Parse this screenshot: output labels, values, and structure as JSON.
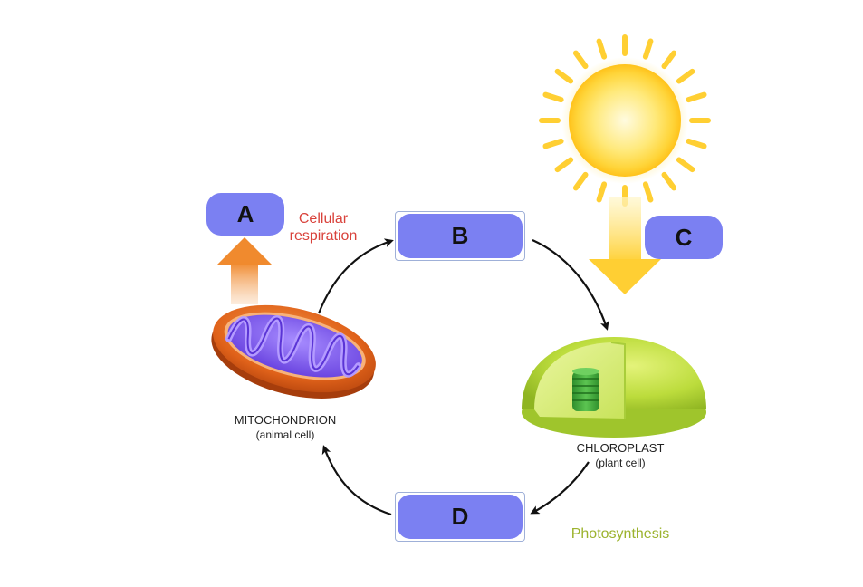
{
  "labels": {
    "a": "A",
    "b": "B",
    "c": "C",
    "d": "D"
  },
  "processes": {
    "cellular_respiration_line1": "Cellular",
    "cellular_respiration_line2": "respiration",
    "photosynthesis": "Photosynthesis"
  },
  "organelles": {
    "mitochondrion_name": "MITOCHONDRION",
    "mitochondrion_cell": "(animal cell)",
    "chloroplast_name": "CHLOROPLAST",
    "chloroplast_cell": "(plant cell)"
  },
  "colors": {
    "label_fill": "#7b80f2",
    "respiration_text": "#d9423b",
    "photosynthesis_text": "#9cb32e",
    "sun": "#ffd53a",
    "mito_outer": "#e86a1f",
    "mito_inner": "#7a5bf0",
    "chloroplast": "#b5d93a",
    "thylakoid": "#3fa83a"
  },
  "icons": {
    "sun": "sun-icon",
    "mitochondrion": "mitochondrion-icon",
    "chloroplast": "chloroplast-icon"
  }
}
